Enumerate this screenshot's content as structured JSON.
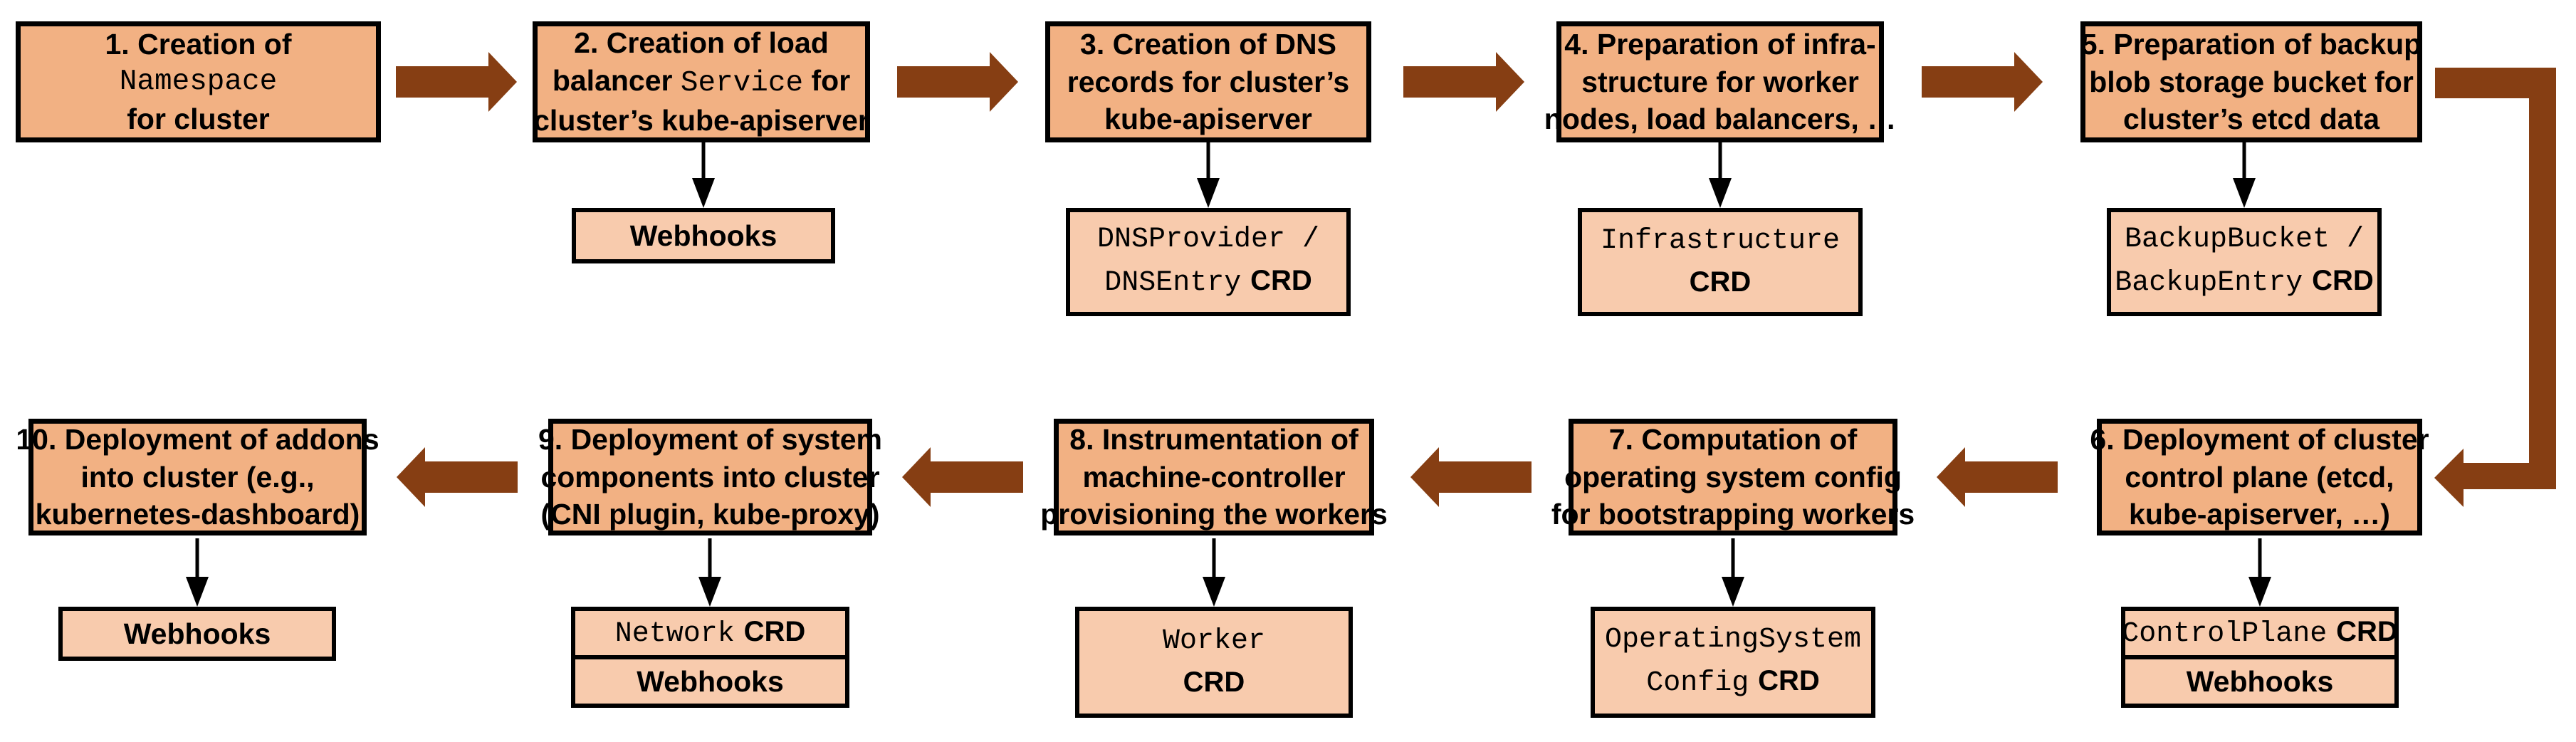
{
  "diagram": {
    "description_colors": {
      "step_fill": "#F2B183",
      "sub_fill": "#F8CBAD",
      "arrow_brown": "#863E13",
      "border": "#000000"
    }
  },
  "steps": [
    {
      "l1": "1. Creation of",
      "l2_mono": "Namespace",
      "l3": "for cluster"
    },
    {
      "l1": "2. Creation of load",
      "l2_pre": "balancer ",
      "l2_mono": "Service",
      "l2_post": " for",
      "l3": "cluster’s kube-apiserver"
    },
    {
      "l1": "3. Creation of DNS",
      "l2": "records for cluster’s",
      "l3": "kube-apiserver"
    },
    {
      "l1": "4. Preparation of infra-",
      "l2": "structure for worker",
      "l3": "nodes, load balancers, …"
    },
    {
      "l1": "5. Preparation of backup",
      "l2": "blob storage bucket for",
      "l3": "cluster’s etcd data"
    },
    {
      "l1": "6. Deployment of cluster",
      "l2": "control plane (etcd,",
      "l3": "kube-apiserver, …)"
    },
    {
      "l1": "7. Computation of",
      "l2": "operating system config",
      "l3": "for bootstrapping workers"
    },
    {
      "l1": "8. Instrumentation of",
      "l2": "machine-controller",
      "l3": "provisioning the workers"
    },
    {
      "l1": "9. Deployment of system",
      "l2": "components into cluster",
      "l3": "(CNI plugin, kube-proxy)"
    },
    {
      "l1": "10. Deployment of addons",
      "l2": "into cluster (e.g.,",
      "l3": "kubernetes-dashboard)"
    }
  ],
  "sub_boxes": {
    "webhooks2": {
      "label": "Webhooks"
    },
    "dns3": {
      "line1_mono": "DNSProvider /",
      "line2_mono": "DNSEntry",
      "line2_bold": "CRD"
    },
    "infra4": {
      "line1_mono": "Infrastructure",
      "line2_bold": "CRD"
    },
    "backup5": {
      "line1_mono": "BackupBucket /",
      "line2_mono": "BackupEntry",
      "line2_bold": "CRD"
    },
    "cp6": {
      "row1_mono": "ControlPlane",
      "row1_bold": "CRD",
      "row2": "Webhooks"
    },
    "osc7": {
      "line1_mono": "OperatingSystem",
      "line2_mono": "Config",
      "line2_bold": "CRD"
    },
    "worker8": {
      "line1_mono": "Worker",
      "line2_bold": "CRD"
    },
    "net9": {
      "row1_mono": "Network",
      "row1_bold": "CRD",
      "row2": "Webhooks"
    },
    "webhooks10": {
      "label": "Webhooks"
    }
  }
}
